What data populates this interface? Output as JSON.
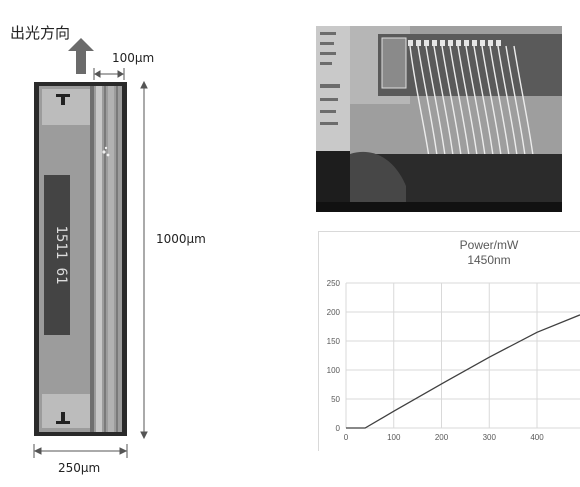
{
  "figure": {
    "direction_label": "出光方向",
    "dim_top": "100μm",
    "dim_height": "1000μm",
    "dim_width": "250μm"
  },
  "chip": {
    "marking": "1511 61"
  },
  "colors": {
    "arrow": "#6b6b6b",
    "chip_border": "#2a2a2a",
    "chip_surface": "#9c9c9c",
    "chip_pad": "#bcbcbc",
    "chip_mark_bar": "#444444",
    "chart_line": "#404040",
    "chart_grid": "#d9d9d9"
  },
  "chart_data": {
    "type": "line",
    "title": "Power/mW",
    "subtitle": "1450nm",
    "xlabel": "",
    "ylabel": "",
    "xlim": [
      0,
      490
    ],
    "ylim": [
      0,
      250
    ],
    "xticks": [
      0,
      100,
      200,
      300,
      400
    ],
    "yticks": [
      0,
      50,
      100,
      150,
      200,
      250
    ],
    "grid": true,
    "legend": "none",
    "series": [
      {
        "x": [
          0,
          30,
          35,
          40,
          100,
          200,
          300,
          400,
          490
        ],
        "values": [
          0,
          0,
          0,
          0,
          29,
          76,
          122,
          165,
          195
        ]
      }
    ]
  }
}
